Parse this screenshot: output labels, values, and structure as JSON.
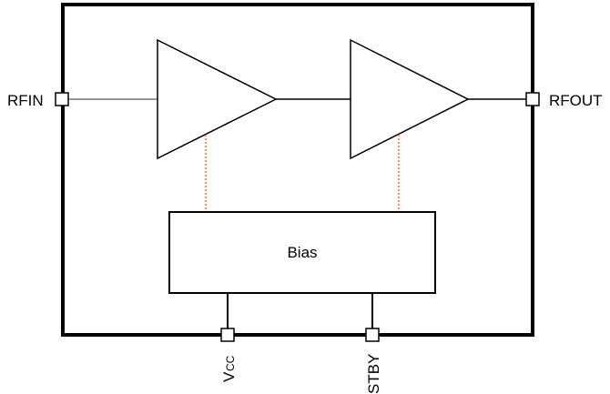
{
  "diagram": {
    "type": "block-diagram",
    "title": "",
    "colors": {
      "line": "#000000",
      "bias_link": "#e07a3a",
      "background": "#ffffff"
    },
    "blocks": [
      {
        "id": "amp1",
        "kind": "amplifier",
        "label": ""
      },
      {
        "id": "amp2",
        "kind": "amplifier",
        "label": ""
      },
      {
        "id": "bias",
        "kind": "box",
        "label": "Bias"
      }
    ],
    "pins": [
      {
        "id": "rfin",
        "label": "RFIN"
      },
      {
        "id": "rfout",
        "label": "RFOUT"
      },
      {
        "id": "vcc",
        "label_main": "V",
        "label_sub": "CC"
      },
      {
        "id": "stby",
        "label": "STBY"
      }
    ],
    "connections": [
      {
        "from": "rfin",
        "to": "amp1",
        "style": "solid"
      },
      {
        "from": "amp1",
        "to": "amp2",
        "style": "solid"
      },
      {
        "from": "amp2",
        "to": "rfout",
        "style": "solid"
      },
      {
        "from": "bias",
        "to": "amp1",
        "style": "dotted"
      },
      {
        "from": "bias",
        "to": "amp2",
        "style": "dotted"
      },
      {
        "from": "bias",
        "to": "vcc",
        "style": "solid"
      },
      {
        "from": "bias",
        "to": "stby",
        "style": "solid"
      }
    ]
  }
}
